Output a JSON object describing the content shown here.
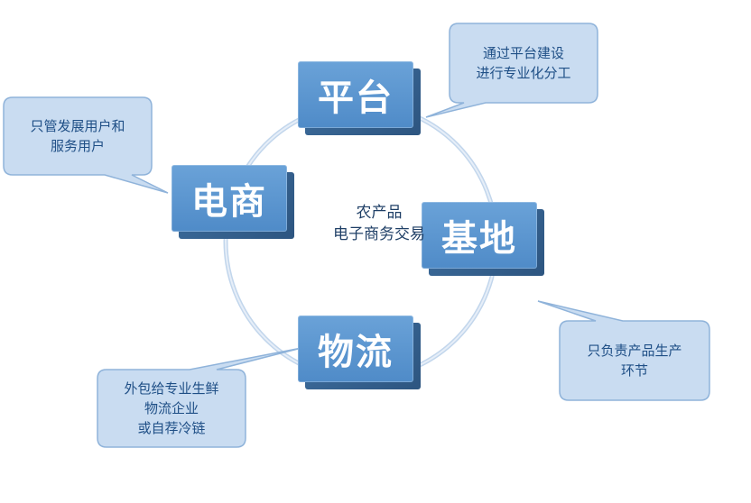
{
  "nodes": {
    "platform": "平台",
    "ecommerce": "电商",
    "base": "基地",
    "logistics": "物流"
  },
  "center": {
    "line1": "农产品",
    "line2": "电子商务交易"
  },
  "callouts": {
    "platform_line1": "通过平台建设",
    "platform_line2": "进行专业化分工",
    "ecommerce_line1": "只管发展用户和",
    "ecommerce_line2": "服务用户",
    "base_line1": "只负责产品生产",
    "base_line2": "环节",
    "logistics_line1": "外包给专业生鲜",
    "logistics_line2": "物流企业",
    "logistics_line3": "或自荐冷链"
  },
  "colors": {
    "node_face": "#5a94cf",
    "node_side": "#355f8c",
    "callout_fill": "#c9dcf1",
    "callout_stroke": "#8fb3da",
    "ring": "#b7cfe8"
  }
}
